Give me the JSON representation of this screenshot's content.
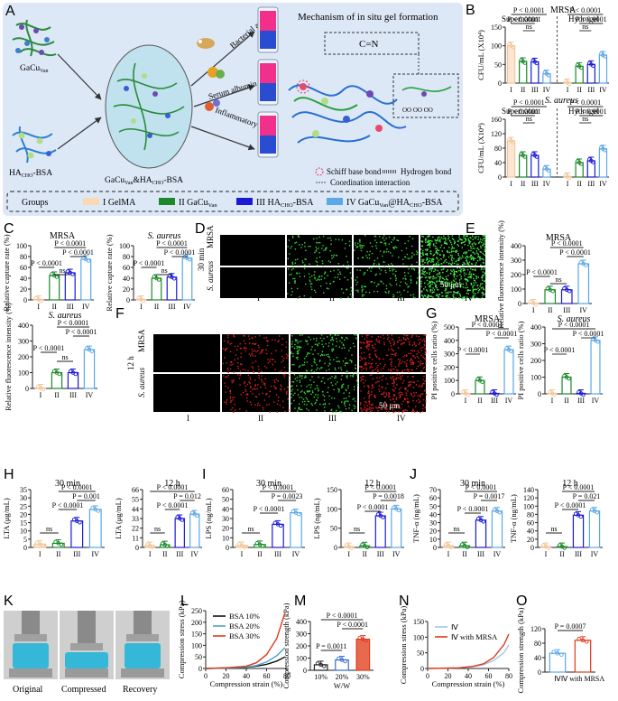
{
  "panels": {
    "A": {
      "letter": "A",
      "left_label": "GaCu",
      "left_sub": "Van",
      "left_label2_a": "HA",
      "left_label2_sub1": "CHO",
      "left_label2_b": "-BSA",
      "center_label_a": "GaCu",
      "center_sub1": "Van",
      "center_label_b": "&HA",
      "center_sub2": "CHO",
      "center_label_c": "-BSA",
      "arrows": [
        "Bacterial antigen",
        "Serum albumin",
        "Inflammatory factor"
      ],
      "mechanism_title": "Mechanism of in situ gel formation",
      "bond_label": "C=N",
      "legend_schiff": "Schiff base bond",
      "legend_hbond": "Hydrogen bond",
      "legend_coord": "Coordination interaction",
      "groups_title": "Groups",
      "groups": [
        {
          "label": "I GelMA",
          "color": "#f8d9b4"
        },
        {
          "label": "II GaCu",
          "sub": "Van",
          "color": "#1a8a2a"
        },
        {
          "label": "III HA",
          "sub": "CHO",
          "tail": "-BSA",
          "color": "#1a1ad4"
        },
        {
          "label": "IV GaCu",
          "sub": "Van",
          "tail": "@HA",
          "sub2": "CHO",
          "tail2": "-BSA",
          "color": "#5aa8e8"
        }
      ]
    },
    "B": {
      "letter": "B",
      "title_top": "MRSA",
      "title_bottom": "S. aureus",
      "supernatant": "Supernatant",
      "hydrogel": "Hydrogel",
      "ylabel": "CFU/mL (X10⁴)"
    },
    "C": {
      "letter": "C"
    },
    "D": {
      "letter": "D",
      "row_time": "30 min",
      "rows": [
        "MRSA",
        "S. aureus"
      ],
      "cols": [
        "I",
        "II",
        "III",
        "IV"
      ],
      "scale": "50 μm"
    },
    "E": {
      "letter": "E"
    },
    "F": {
      "letter": "F",
      "row_time": "12 h",
      "rows": [
        "MRSA",
        "S. aureus"
      ],
      "cols": [
        "I",
        "II",
        "III",
        "IV"
      ],
      "scale": "50 μm"
    },
    "G": {
      "letter": "G"
    },
    "H": {
      "letter": "H"
    },
    "I": {
      "letter": "I"
    },
    "J": {
      "letter": "J"
    },
    "K": {
      "letter": "K",
      "captions": [
        "Original",
        "Compressed",
        "Recovery"
      ]
    },
    "L": {
      "letter": "L"
    },
    "M": {
      "letter": "M"
    },
    "N": {
      "letter": "N"
    },
    "O": {
      "letter": "O"
    }
  },
  "sig": {
    "p4": "P < 0.0001",
    "ns": "ns"
  },
  "chart_data": [
    {
      "id": "B1",
      "type": "bar",
      "title": "MRSA",
      "ylabel": "CFU/mL (X10⁴)",
      "ylim": [
        0,
        150
      ],
      "yticks": [
        0,
        50,
        100,
        150
      ],
      "categories": [
        "I",
        "II",
        "III",
        "IV",
        "I",
        "II",
        "III",
        "IV"
      ],
      "groups": [
        "Supernatant",
        "Hydrogel"
      ],
      "values": [
        100,
        58,
        57,
        25,
        0,
        45,
        50,
        75
      ],
      "annotations": [
        "P < 0.0001",
        "P < 0.0001",
        "ns",
        "P < 0.0001",
        "P < 0.0001",
        "ns"
      ]
    },
    {
      "id": "B2",
      "type": "bar",
      "title": "S. aureus",
      "ylabel": "CFU/mL (X10⁴)",
      "ylim": [
        0,
        160
      ],
      "yticks": [
        0,
        40,
        80,
        120,
        160
      ],
      "categories": [
        "I",
        "II",
        "III",
        "IV",
        "I",
        "II",
        "III",
        "IV"
      ],
      "groups": [
        "Supernatant",
        "Hydrogel"
      ],
      "values": [
        100,
        60,
        60,
        22,
        0,
        40,
        45,
        78
      ],
      "annotations": [
        "P < 0.0001",
        "P < 0.0001",
        "ns",
        "P < 0.0001",
        "P < 0.0001",
        "ns"
      ]
    },
    {
      "id": "C1",
      "type": "bar",
      "title": "MRSA",
      "ylabel": "Relative capture rate (%)",
      "ylim": [
        0,
        100
      ],
      "yticks": [
        0,
        20,
        40,
        60,
        80,
        100
      ],
      "categories": [
        "I",
        "II",
        "III",
        "IV"
      ],
      "values": [
        0,
        45,
        50,
        75
      ]
    },
    {
      "id": "C2",
      "type": "bar",
      "title": "S. aureus",
      "ylabel": "Relative capture rate (%)",
      "ylim": [
        0,
        100
      ],
      "yticks": [
        0,
        20,
        40,
        60,
        80,
        100
      ],
      "categories": [
        "I",
        "II",
        "III",
        "IV"
      ],
      "values": [
        0,
        40,
        42,
        77
      ]
    },
    {
      "id": "E1",
      "type": "bar",
      "title": "MRSA",
      "ylabel": "Relative fluorescence intensity (%)",
      "ylim": [
        0,
        400
      ],
      "yticks": [
        0,
        100,
        200,
        300,
        400
      ],
      "categories": [
        "I",
        "II",
        "III",
        "IV"
      ],
      "values": [
        0,
        95,
        95,
        275
      ]
    },
    {
      "id": "E2",
      "type": "bar",
      "title": "S. aureus",
      "ylabel": "Relative fluorescence intensity (%)",
      "ylim": [
        0,
        400
      ],
      "yticks": [
        0,
        100,
        200,
        300,
        400
      ],
      "categories": [
        "I",
        "II",
        "III",
        "IV"
      ],
      "values": [
        0,
        100,
        100,
        245
      ]
    },
    {
      "id": "G1",
      "type": "bar",
      "title": "MRSA",
      "ylabel": "PI positive cells ratio (%)",
      "ylim": [
        0,
        500
      ],
      "yticks": [
        0,
        100,
        200,
        300,
        400,
        500
      ],
      "categories": [
        "I",
        "II",
        "III",
        "IV"
      ],
      "values": [
        0,
        100,
        0,
        330
      ]
    },
    {
      "id": "G2",
      "type": "bar",
      "title": "S. aureus",
      "ylabel": "PI positive cells ratio (%)",
      "ylim": [
        0,
        400
      ],
      "yticks": [
        0,
        100,
        200,
        300,
        400
      ],
      "categories": [
        "I",
        "II",
        "III",
        "IV"
      ],
      "values": [
        0,
        100,
        0,
        320
      ]
    },
    {
      "id": "H1",
      "type": "bar",
      "title": "30 min",
      "ylabel": "LTA (μg/mL)",
      "ylim": [
        0,
        35
      ],
      "yticks": [
        0,
        5,
        10,
        15,
        20,
        25,
        30,
        35
      ],
      "categories": [
        "I",
        "II",
        "III",
        "IV"
      ],
      "values": [
        2,
        2.5,
        16,
        23
      ]
    },
    {
      "id": "H2",
      "type": "bar",
      "title": "12 h",
      "ylabel": "LTA (μg/mL)",
      "ylim": [
        0,
        66
      ],
      "yticks": [
        0,
        11,
        22,
        33,
        44,
        55,
        66
      ],
      "categories": [
        "I",
        "II",
        "III",
        "IV"
      ],
      "values": [
        2,
        3,
        33,
        38
      ]
    },
    {
      "id": "I1",
      "type": "bar",
      "title": "30 min",
      "ylabel": "LPS (ng/mL)",
      "ylim": [
        0,
        60
      ],
      "yticks": [
        0,
        10,
        20,
        30,
        40,
        50,
        60
      ],
      "categories": [
        "I",
        "II",
        "III",
        "IV"
      ],
      "values": [
        2,
        3,
        24,
        36
      ]
    },
    {
      "id": "I2",
      "type": "bar",
      "title": "12 h",
      "ylabel": "LPS (ng/mL)",
      "ylim": [
        0,
        150
      ],
      "yticks": [
        0,
        50,
        100,
        150
      ],
      "categories": [
        "I",
        "II",
        "III",
        "IV"
      ],
      "values": [
        2,
        4,
        82,
        100
      ]
    },
    {
      "id": "J1",
      "type": "bar",
      "title": "30 min",
      "ylabel": "TNF-α (ng/mL)",
      "ylim": [
        0,
        70
      ],
      "yticks": [
        0,
        10,
        20,
        30,
        40,
        50,
        60,
        70
      ],
      "categories": [
        "I",
        "II",
        "III",
        "IV"
      ],
      "values": [
        2,
        2,
        33,
        44
      ]
    },
    {
      "id": "J2",
      "type": "bar",
      "title": "12 h",
      "ylabel": "TNF-α (ng/mL)",
      "ylim": [
        0,
        140
      ],
      "yticks": [
        0,
        20,
        40,
        60,
        80,
        100,
        120,
        140
      ],
      "categories": [
        "I",
        "II",
        "III",
        "IV"
      ],
      "values": [
        2,
        2,
        78,
        88
      ]
    },
    {
      "id": "L",
      "type": "line",
      "xlabel": "Compression strain (%)",
      "ylabel": "Compression stress (kPa)",
      "xlim": [
        0,
        80
      ],
      "ylim": [
        0,
        250
      ],
      "xticks": [
        0,
        20,
        40,
        60,
        80
      ],
      "yticks": [
        0,
        50,
        100,
        150,
        200,
        250
      ],
      "series": [
        {
          "name": "BSA 10%",
          "color": "#111111",
          "x": [
            0,
            20,
            40,
            50,
            60,
            70,
            78
          ],
          "y": [
            0,
            2,
            5,
            10,
            18,
            32,
            50
          ]
        },
        {
          "name": "BSA 20%",
          "color": "#4aa3c8",
          "x": [
            0,
            20,
            40,
            50,
            60,
            70,
            78
          ],
          "y": [
            0,
            2,
            6,
            13,
            28,
            55,
            90
          ]
        },
        {
          "name": "BSA 30%",
          "color": "#e03a1e",
          "x": [
            0,
            20,
            40,
            50,
            60,
            70,
            78
          ],
          "y": [
            0,
            3,
            10,
            25,
            60,
            130,
            240
          ]
        }
      ]
    },
    {
      "id": "M",
      "type": "bar",
      "xlabel": "W/W",
      "ylabel": "Compression strength (kPa)",
      "ylim": [
        0,
        400
      ],
      "yticks": [
        0,
        100,
        200,
        300,
        400
      ],
      "categories": [
        "10%",
        "20%",
        "30%"
      ],
      "values": [
        45,
        85,
        255
      ],
      "annotations": [
        "P < 0.0001",
        "P < 0.0001",
        "P = 0.0011"
      ]
    },
    {
      "id": "N",
      "type": "line",
      "xlabel": "Compression strain (%)",
      "ylabel": "Compression stress (kPa)",
      "xlim": [
        0,
        80
      ],
      "ylim": [
        0,
        150
      ],
      "xticks": [
        0,
        20,
        40,
        60,
        80
      ],
      "yticks": [
        0,
        50,
        100,
        150
      ],
      "series": [
        {
          "name": "Ⅳ",
          "color": "#9fc6e6",
          "x": [
            0,
            30,
            45,
            55,
            65,
            75,
            80
          ],
          "y": [
            0,
            2,
            6,
            12,
            25,
            50,
            75
          ]
        },
        {
          "name": "Ⅳ with MRSA",
          "color": "#e03a1e",
          "x": [
            0,
            30,
            45,
            55,
            65,
            75,
            80
          ],
          "y": [
            0,
            2,
            7,
            15,
            35,
            75,
            110
          ]
        }
      ]
    },
    {
      "id": "O",
      "type": "bar",
      "ylabel": "Compression strength (kPa)",
      "ylim": [
        0,
        120
      ],
      "yticks": [
        0,
        40,
        80,
        120
      ],
      "categories": [
        "Ⅳ",
        "Ⅳ with MRSA"
      ],
      "values": [
        52,
        88
      ],
      "annotations": [
        "P = 0.0007"
      ]
    }
  ]
}
